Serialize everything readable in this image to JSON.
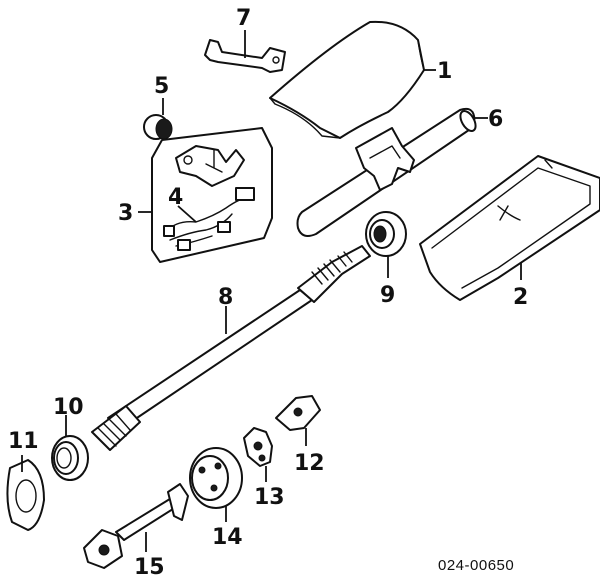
{
  "callouts": {
    "p1": "1",
    "p2": "2",
    "p3": "3",
    "p4": "4",
    "p5": "5",
    "p6": "6",
    "p7": "7",
    "p8": "8",
    "p9": "9",
    "p10": "10",
    "p11": "11",
    "p12": "12",
    "p13": "13",
    "p14": "14",
    "p15": "15"
  },
  "diagram_code": "024-00650"
}
